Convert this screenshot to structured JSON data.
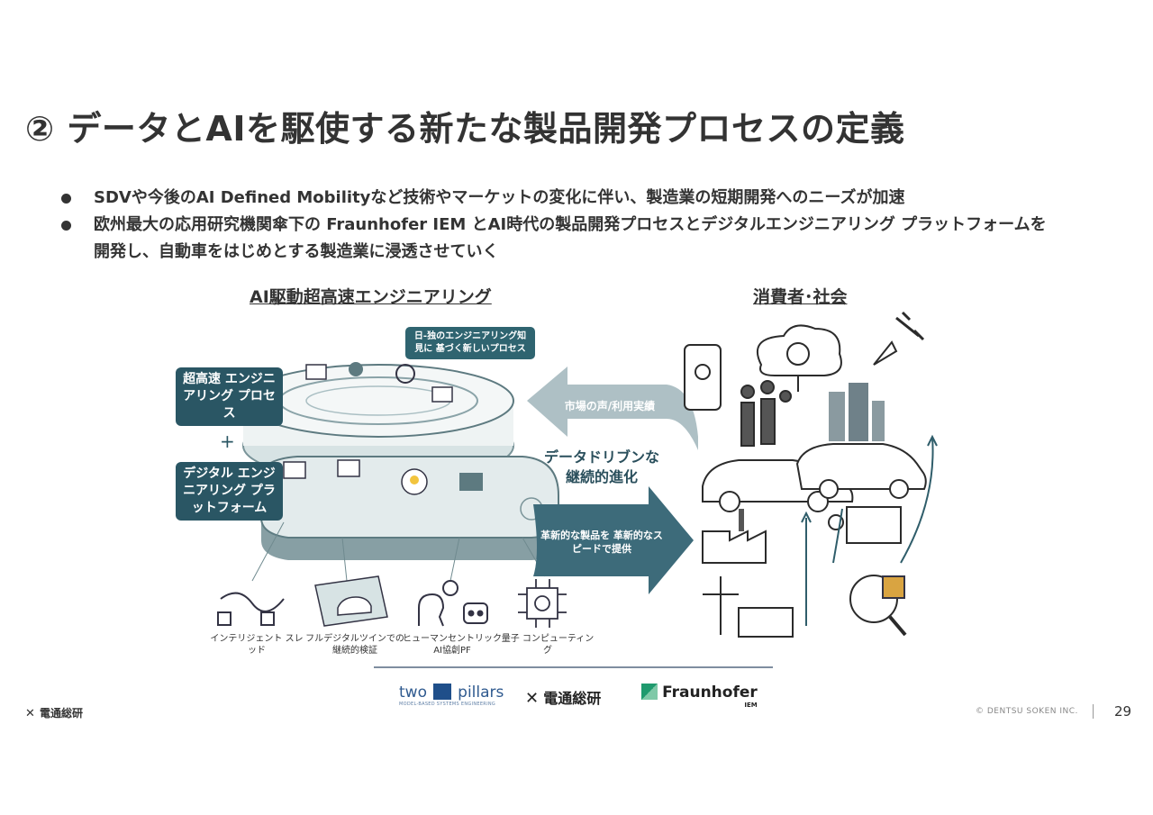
{
  "title": "② データとAIを駆使する新たな製品開発プロセスの定義",
  "bullets": [
    "SDVや今後のAI Defined Mobilityなど技術やマーケットの変化に伴い、製造業の短期開発へのニーズが加速",
    "欧州最大の応用研究機関傘下の Fraunhofer IEM とAI時代の製品開発プロセスとデジタルエンジニアリング プラットフォームを開発し、自動車をはじめとする製造業に浸透させていく"
  ],
  "diagram": {
    "left_title": "AI駆動超高速エンジニアリング",
    "right_title": "消費者･社会",
    "box_process": "超高速 エンジニアリング プロセス",
    "box_platform": "デジタル エンジニアリング プラットフォーム",
    "plus": "+",
    "bubble": "日-独のエンジニアリング知見に 基づく新しいプロセス",
    "arrow_market": "市場の声/利用実績",
    "center_text": "データドリブンな 継続的進化",
    "arrow_product": "革新的な製品を 革新的なスピードで提供",
    "icons": [
      {
        "label": "インテリジェント スレッド"
      },
      {
        "label": "フルデジタルツインでの 継続的検証"
      },
      {
        "label": "ヒューマンセントリック AI協創PF"
      },
      {
        "label": "量子 コンピューティング"
      }
    ]
  },
  "logos": {
    "twopillars_a": "two",
    "twopillars_b": "pillars",
    "twopillars_sub": "MODEL-BASED SYSTEMS ENGINEERING",
    "dentsu": "電通総研",
    "fraunhofer": "Fraunhofer",
    "fraunhofer_sub": "IEM"
  },
  "footer": {
    "company": "電通総研",
    "copyright": "© DENTSU SOKEN INC.",
    "page": "29"
  },
  "colors": {
    "teal_dark": "#2a5664",
    "teal_arrow": "#3d6b7a",
    "text": "#333333",
    "fraunhofer_green": "#1f9a6e"
  }
}
